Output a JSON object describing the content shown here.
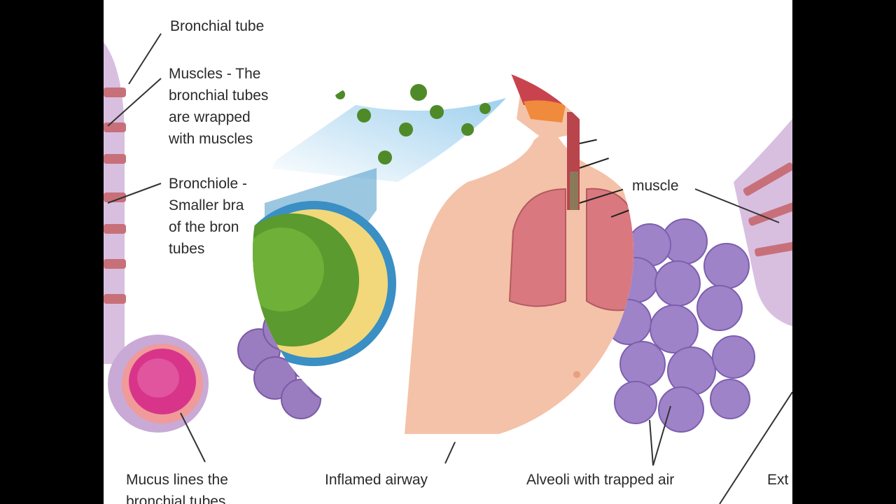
{
  "labels": {
    "bronchial_tube": "Bronchial tube",
    "muscles": [
      "Muscles - The",
      "bronchial tubes",
      "are wrapped",
      "with muscles"
    ],
    "bronchiole": [
      "Bronchiole -",
      "Smaller bra",
      "of the bron",
      "tubes"
    ],
    "muscle_right": "muscle",
    "mucus": [
      "Mucus lines the",
      "bronchial tubes"
    ],
    "inflamed_airway": "Inflamed airway",
    "alveoli": "Alveoli with trapped air",
    "ext": "Ext"
  },
  "colors": {
    "tube_purple": "#c9a9d6",
    "tube_band": "#c8707a",
    "alveoli": "#9a7cc0",
    "skin": "#f3c2a8",
    "lung": "#d9787e",
    "virus": "#5a9a2e",
    "inset_ring": "#3a8fc4",
    "inset_fill": "#f2d87a"
  }
}
